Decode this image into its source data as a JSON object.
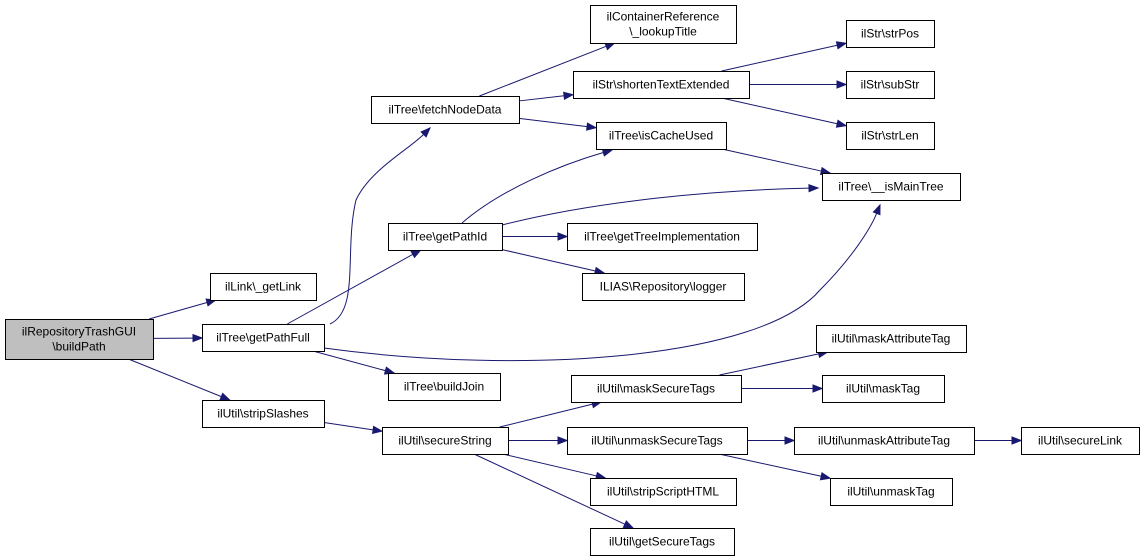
{
  "colors": {
    "root_fill": "#bfbfbf",
    "node_fill": "#ffffff",
    "node_stroke": "#000000",
    "edge": "#191970"
  },
  "nodes": [
    {
      "id": "root",
      "name": "ilrepositorytrashgui-buildpath-node",
      "lines": [
        "ilRepositoryTrashGUI",
        "\\buildPath"
      ],
      "root": true
    },
    {
      "id": "getlink",
      "name": "illink-getlink-node",
      "lines": [
        "ilLink\\_getLink"
      ]
    },
    {
      "id": "getpathfull",
      "name": "iltree-getpathfull-node",
      "lines": [
        "ilTree\\getPathFull"
      ]
    },
    {
      "id": "stripslashes",
      "name": "ilutil-stripslashes-node",
      "lines": [
        "ilUtil\\stripSlashes"
      ]
    },
    {
      "id": "fetchnodedata",
      "name": "iltree-fetchnodedata-node",
      "lines": [
        "ilTree\\fetchNodeData"
      ]
    },
    {
      "id": "getpathid",
      "name": "iltree-getpathid-node",
      "lines": [
        "ilTree\\getPathId"
      ]
    },
    {
      "id": "buildjoin",
      "name": "iltree-buildjoin-node",
      "lines": [
        "ilTree\\buildJoin"
      ]
    },
    {
      "id": "securestring",
      "name": "ilutil-securestring-node",
      "lines": [
        "ilUtil\\secureString"
      ]
    },
    {
      "id": "lookuptitle",
      "name": "ilcontainerreference-lookuptitle-node",
      "lines": [
        "ilContainerReference",
        "\\_lookupTitle"
      ]
    },
    {
      "id": "shorten",
      "name": "ilstr-shortentextextended-node",
      "lines": [
        "ilStr\\shortenTextExtended"
      ]
    },
    {
      "id": "iscacheused",
      "name": "iltree-iscacheused-node",
      "lines": [
        "ilTree\\isCacheUsed"
      ]
    },
    {
      "id": "gettreeimpl",
      "name": "iltree-gettreeimplementation-node",
      "lines": [
        "ilTree\\getTreeImplementation"
      ]
    },
    {
      "id": "logger",
      "name": "ilias-repository-logger-node",
      "lines": [
        "ILIAS\\Repository\\logger"
      ]
    },
    {
      "id": "masksecure",
      "name": "ilutil-masksecuretags-node",
      "lines": [
        "ilUtil\\maskSecureTags"
      ]
    },
    {
      "id": "unmasksecure",
      "name": "ilutil-unmasksecuretags-node",
      "lines": [
        "ilUtil\\unmaskSecureTags"
      ]
    },
    {
      "id": "stripscript",
      "name": "ilutil-stripscripthtml-node",
      "lines": [
        "ilUtil\\stripScriptHTML"
      ]
    },
    {
      "id": "getsecuretags",
      "name": "ilutil-getsecuretags-node",
      "lines": [
        "ilUtil\\getSecureTags"
      ]
    },
    {
      "id": "strpos",
      "name": "ilstr-strpos-node",
      "lines": [
        "ilStr\\strPos"
      ]
    },
    {
      "id": "substr",
      "name": "ilstr-substr-node",
      "lines": [
        "ilStr\\subStr"
      ]
    },
    {
      "id": "strlen",
      "name": "ilstr-strlen-node",
      "lines": [
        "ilStr\\strLen"
      ]
    },
    {
      "id": "ismaintree",
      "name": "iltree-ismaintree-node",
      "lines": [
        "ilTree\\__isMainTree"
      ]
    },
    {
      "id": "maskattr",
      "name": "ilutil-maskattributetag-node",
      "lines": [
        "ilUtil\\maskAttributeTag"
      ]
    },
    {
      "id": "masktag",
      "name": "ilutil-masktag-node",
      "lines": [
        "ilUtil\\maskTag"
      ]
    },
    {
      "id": "unmaskattr",
      "name": "ilutil-unmaskattributetag-node",
      "lines": [
        "ilUtil\\unmaskAttributeTag"
      ]
    },
    {
      "id": "unmasktag",
      "name": "ilutil-unmasktag-node",
      "lines": [
        "ilUtil\\unmaskTag"
      ]
    },
    {
      "id": "securelink",
      "name": "ilutil-securelink-node",
      "lines": [
        "ilUtil\\secureLink"
      ]
    }
  ],
  "edges": [
    {
      "from": "root",
      "to": "getlink"
    },
    {
      "from": "root",
      "to": "getpathfull"
    },
    {
      "from": "root",
      "to": "stripslashes"
    },
    {
      "from": "getpathfull",
      "to": "fetchnodedata"
    },
    {
      "from": "getpathfull",
      "to": "getpathid"
    },
    {
      "from": "getpathfull",
      "to": "buildjoin"
    },
    {
      "from": "getpathfull",
      "to": "ismaintree"
    },
    {
      "from": "stripslashes",
      "to": "securestring"
    },
    {
      "from": "fetchnodedata",
      "to": "lookuptitle"
    },
    {
      "from": "fetchnodedata",
      "to": "shorten"
    },
    {
      "from": "fetchnodedata",
      "to": "iscacheused"
    },
    {
      "from": "getpathid",
      "to": "iscacheused"
    },
    {
      "from": "getpathid",
      "to": "ismaintree"
    },
    {
      "from": "getpathid",
      "to": "gettreeimpl"
    },
    {
      "from": "getpathid",
      "to": "logger"
    },
    {
      "from": "shorten",
      "to": "strpos"
    },
    {
      "from": "shorten",
      "to": "substr"
    },
    {
      "from": "shorten",
      "to": "strlen"
    },
    {
      "from": "iscacheused",
      "to": "ismaintree"
    },
    {
      "from": "securestring",
      "to": "masksecure"
    },
    {
      "from": "securestring",
      "to": "unmasksecure"
    },
    {
      "from": "securestring",
      "to": "stripscript"
    },
    {
      "from": "securestring",
      "to": "getsecuretags"
    },
    {
      "from": "masksecure",
      "to": "maskattr"
    },
    {
      "from": "masksecure",
      "to": "masktag"
    },
    {
      "from": "unmasksecure",
      "to": "unmaskattr"
    },
    {
      "from": "unmasksecure",
      "to": "unmasktag"
    },
    {
      "from": "unmaskattr",
      "to": "securelink"
    }
  ]
}
